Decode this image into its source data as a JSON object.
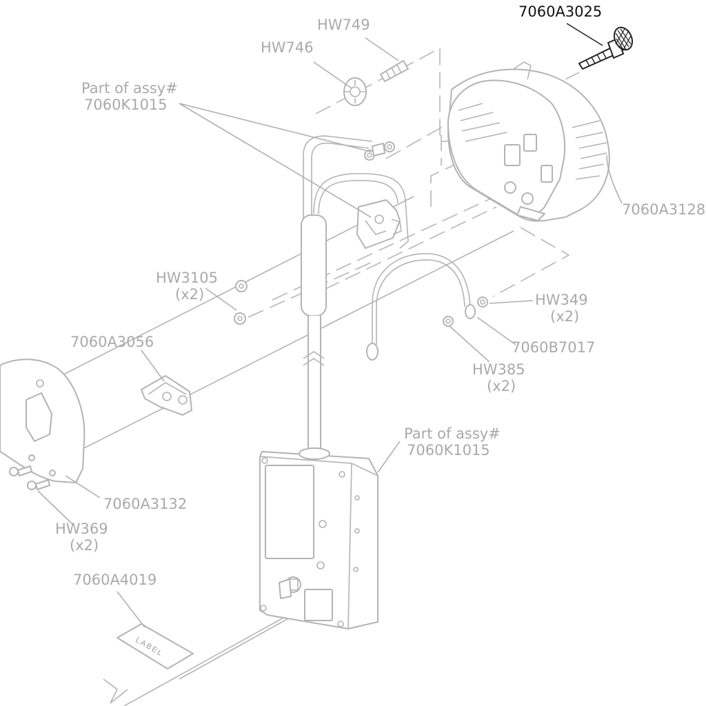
{
  "labels": {
    "hw749": "HW749",
    "hw746": "HW746",
    "part_of_assy_1a": "Part of assy#",
    "part_of_assy_1b": "7060K1015",
    "hw3105_a": "HW3105",
    "hw3105_b": "(x2)",
    "a3056": "7060A3056",
    "a3132": "7060A3132",
    "hw369_a": "HW369",
    "hw369_b": "(x2)",
    "a4019": "7060A4019",
    "part_of_assy_2a": "Part of assy#",
    "part_of_assy_2b": "7060K1015",
    "hw349_a": "HW349",
    "hw349_b": "(x2)",
    "b7017": "7060B7017",
    "hw385_a": "HW385",
    "hw385_b": "(x2)",
    "a3128": "7060A3128",
    "a3025": "7060A3025",
    "sticker_text": "LABEL"
  },
  "colors": {
    "line_gray": "#b3b3b3",
    "label_gray": "#a9a9a9",
    "highlight": "#111111"
  }
}
